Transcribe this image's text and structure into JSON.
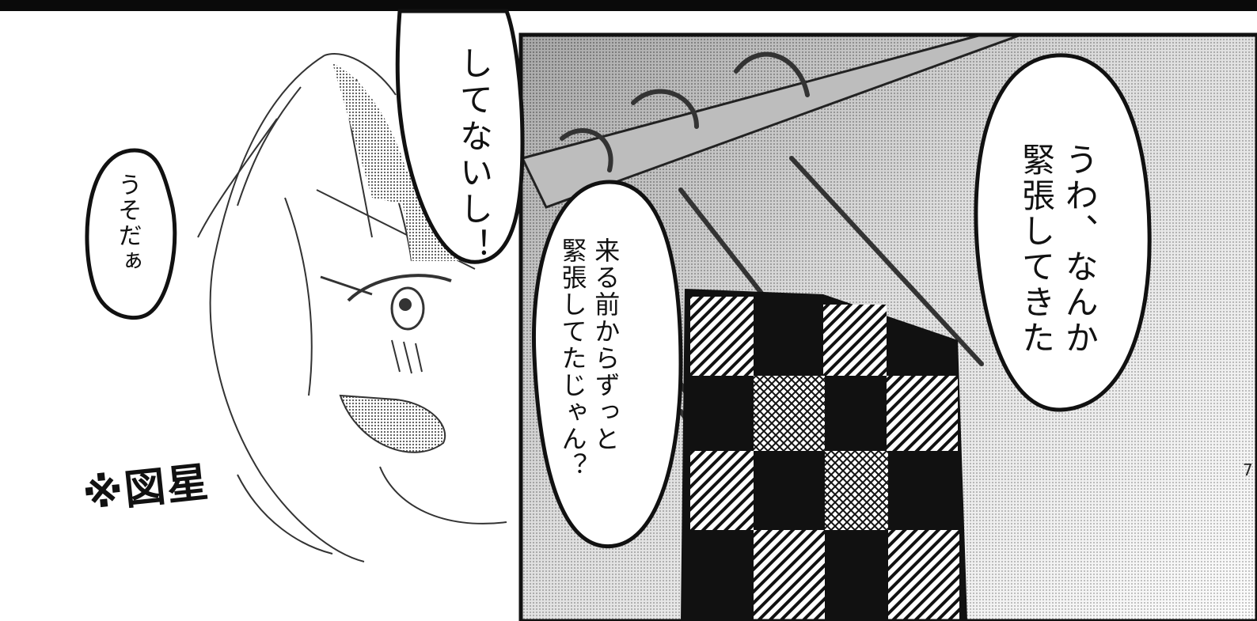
{
  "speech_bubbles": {
    "left": "うそだぁ",
    "top": "してないし！",
    "middle_lines": [
      "来る前からずっと",
      "緊張してたじゃん？"
    ],
    "right_lines": [
      "うわ、なんか",
      "緊張してきた"
    ]
  },
  "sfx": "※図星",
  "page_number": "7",
  "colors": {
    "ink": "#111111",
    "screentone": "#9a9a9a",
    "paper": "#ffffff"
  }
}
